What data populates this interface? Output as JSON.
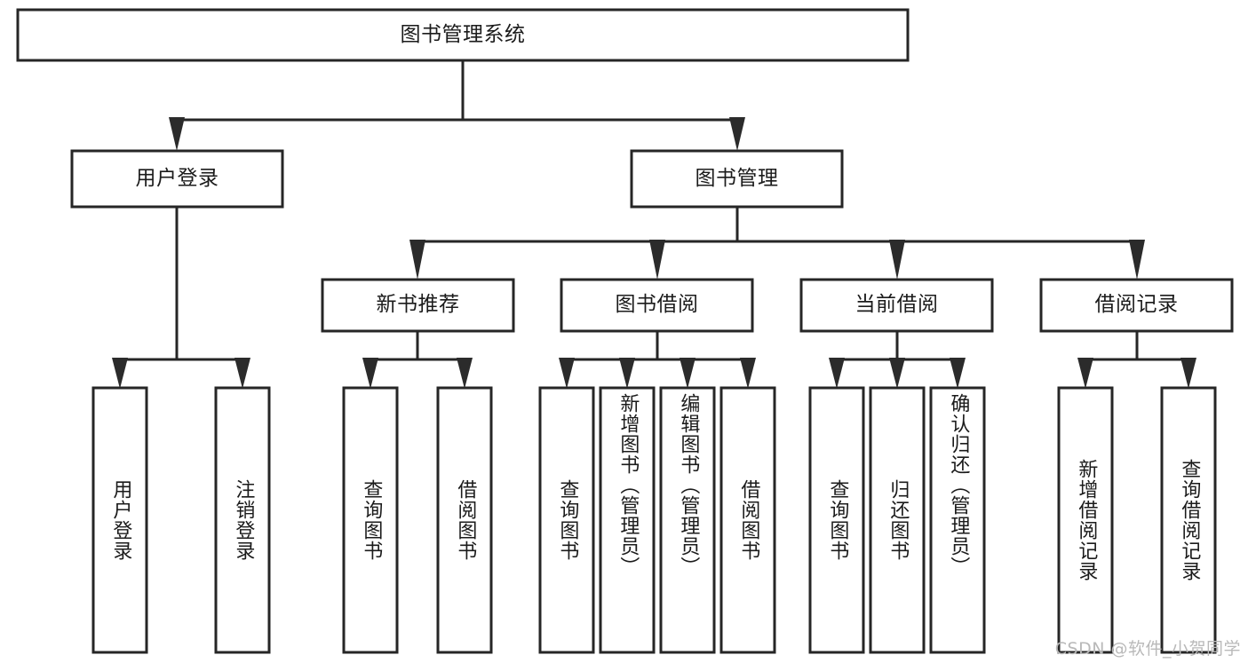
{
  "diagram": {
    "type": "tree-hierarchy",
    "title": "图书管理系统",
    "watermark": "CSDN @软件_小贺同学",
    "colors": {
      "box_fill": "#ffffff",
      "box_stroke": "#262626",
      "connector": "#262626",
      "text": "#1b1b1b",
      "watermark": "#b9b9b9",
      "background": "#ffffff"
    },
    "root": {
      "id": "root",
      "label": "图书管理系统",
      "level": 0
    },
    "level1": [
      {
        "id": "user-login",
        "label": "用户登录",
        "level": 1
      },
      {
        "id": "book-management",
        "label": "图书管理",
        "level": 1
      }
    ],
    "level2": [
      {
        "id": "new-book-recommend",
        "label": "新书推荐",
        "level": 2,
        "parent": "book-management"
      },
      {
        "id": "book-borrow",
        "label": "图书借阅",
        "level": 2,
        "parent": "book-management"
      },
      {
        "id": "current-borrow",
        "label": "当前借阅",
        "level": 2,
        "parent": "book-management"
      },
      {
        "id": "borrow-record",
        "label": "借阅记录",
        "level": 2,
        "parent": "book-management"
      }
    ],
    "leaves": [
      {
        "id": "leaf-user-login",
        "label": "用户登录",
        "parent": "user-login"
      },
      {
        "id": "leaf-logout-login",
        "label": "注销登录",
        "parent": "user-login"
      },
      {
        "id": "leaf-query-book-1",
        "label": "查询图书",
        "parent": "new-book-recommend"
      },
      {
        "id": "leaf-borrow-book-1",
        "label": "借阅图书",
        "parent": "new-book-recommend"
      },
      {
        "id": "leaf-query-book-2",
        "label": "查询图书",
        "parent": "book-borrow"
      },
      {
        "id": "leaf-add-book",
        "label": "新增图书（管理员）",
        "parent": "book-borrow"
      },
      {
        "id": "leaf-edit-book",
        "label": "编辑图书（管理员）",
        "parent": "book-borrow"
      },
      {
        "id": "leaf-borrow-book-2",
        "label": "借阅图书",
        "parent": "book-borrow"
      },
      {
        "id": "leaf-query-book-3",
        "label": "查询图书",
        "parent": "current-borrow"
      },
      {
        "id": "leaf-return-book",
        "label": "归还图书",
        "parent": "current-borrow"
      },
      {
        "id": "leaf-confirm-return",
        "label": "确认归还（管理员）",
        "parent": "current-borrow"
      },
      {
        "id": "leaf-add-record",
        "label": "新增借阅记录",
        "parent": "borrow-record"
      },
      {
        "id": "leaf-query-record",
        "label": "查询借阅记录",
        "parent": "borrow-record"
      }
    ]
  }
}
